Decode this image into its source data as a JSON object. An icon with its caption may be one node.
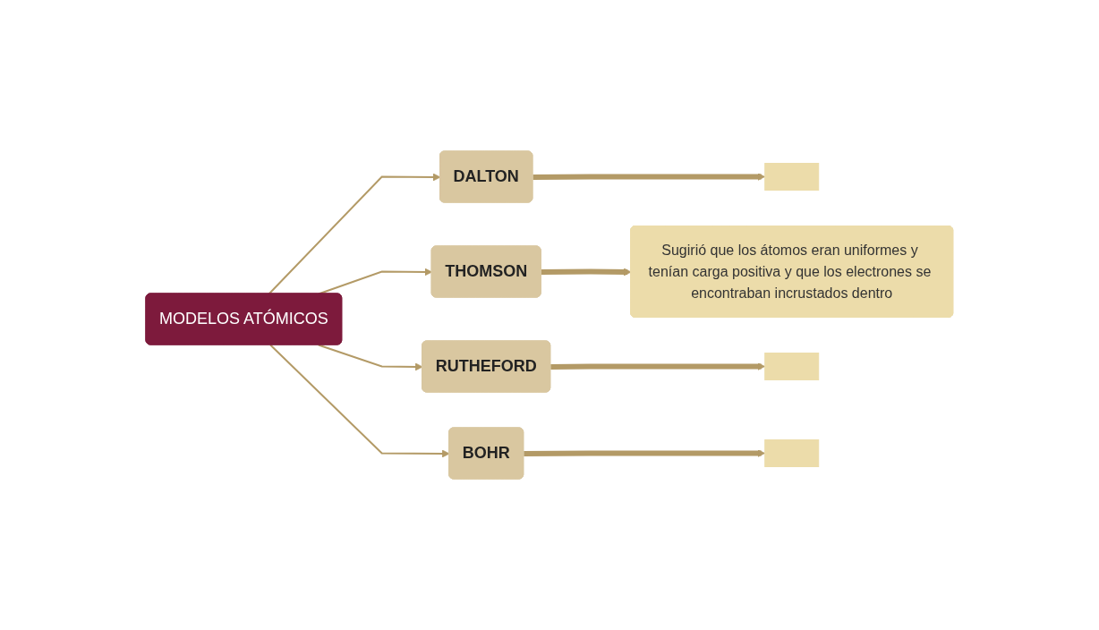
{
  "diagram": {
    "nodes": [
      {
        "text": [
          "MODELOS ATÓMICOS"
        ]
      },
      {
        "text": [
          "DALTON"
        ]
      },
      {
        "text": [],
        "shape": "box"
      },
      {
        "text": [
          "THOMSON"
        ]
      },
      {
        "text": [
          "Sugirió que los átomos eran uniformes y tenían carga positiva y que los electrones se encontraban incrustados dentro"
        ]
      },
      {
        "text": [
          "RUTHEFORD"
        ]
      },
      {
        "text": [],
        "shape": "box"
      },
      {
        "text": [
          "BOHR"
        ]
      },
      {
        "text": [],
        "shape": "box"
      }
    ],
    "edges": [
      {
        "from": 0,
        "to": 1,
        "arrow": "to"
      },
      {
        "from": 0,
        "to": 3,
        "arrow": "to"
      },
      {
        "from": 0,
        "to": 5,
        "arrow": "to"
      },
      {
        "from": 0,
        "to": 7,
        "arrow": "to"
      },
      {
        "from": 1,
        "to": 2,
        "arrow": "to",
        "style": "thick"
      },
      {
        "from": 3,
        "to": 4,
        "arrow": "to",
        "style": "thick"
      },
      {
        "from": 5,
        "to": 6,
        "arrow": "to",
        "style": "thick"
      },
      {
        "from": 7,
        "to": 8,
        "arrow": "to",
        "style": "thick"
      }
    ]
  }
}
